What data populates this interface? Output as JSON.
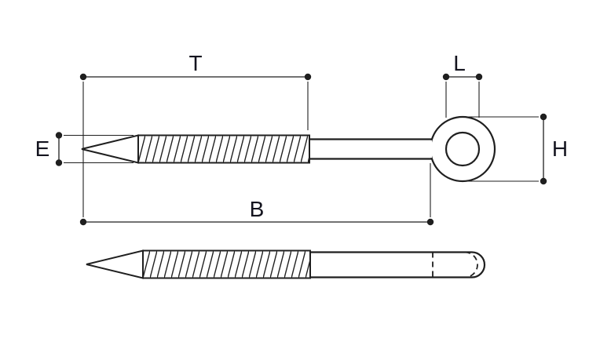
{
  "diagram": {
    "dimension_labels": {
      "thread_length": "T",
      "eye_width": "L",
      "shank_diameter": "E",
      "body_length": "B",
      "eye_outer_height": "H"
    },
    "colors": {
      "ink": "#1f1f1f",
      "label_text": "#14141f",
      "background": "#ffffff"
    }
  }
}
